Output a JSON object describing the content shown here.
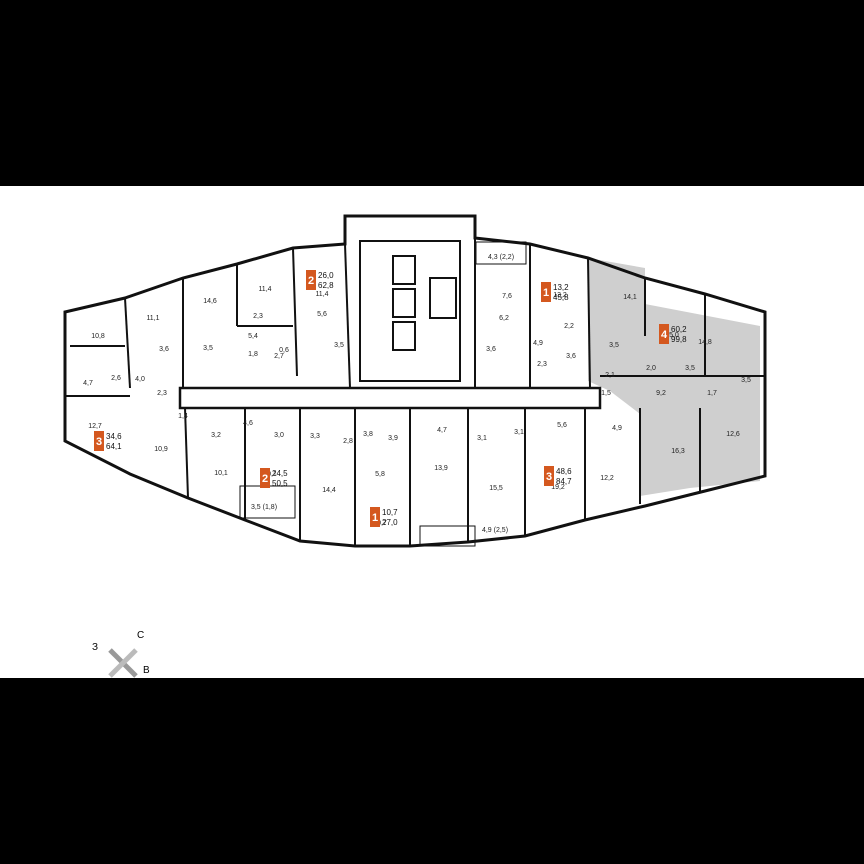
{
  "colors": {
    "accent": "#d4581f",
    "highlight": "#cfcfcf",
    "wall": "#111111",
    "background": "#ffffff"
  },
  "badges": [
    {
      "id": "b1",
      "rooms": "2",
      "living": "26,0",
      "total": "62,8"
    },
    {
      "id": "b2",
      "rooms": "1",
      "living": "13,2",
      "total": "45,8"
    },
    {
      "id": "b3",
      "rooms": "4",
      "living": "60,2",
      "total": "99,8"
    },
    {
      "id": "b4",
      "rooms": "3",
      "living": "34,6",
      "total": "64,1"
    },
    {
      "id": "b5",
      "rooms": "2",
      "living": "24,5",
      "total": "50,5"
    },
    {
      "id": "b6",
      "rooms": "1",
      "living": "10,7",
      "total": "27,0"
    },
    {
      "id": "b7",
      "rooms": "3",
      "living": "48,6",
      "total": "84,7"
    }
  ],
  "rooms": [
    "10,8",
    "11,1",
    "14,6",
    "11,4",
    "2,3",
    "5,4",
    "11,4",
    "5,6",
    "3,5",
    "1,8",
    "2,7",
    "0,6",
    "3,6",
    "3,5",
    "4,7",
    "2,6",
    "4,0",
    "2,3",
    "1,4",
    "12,7",
    "10,9",
    "3,2",
    "10,1",
    "4,6",
    "3,0",
    "3,3",
    "10,1",
    "3,5 (1,8)",
    "14,4",
    "2,8",
    "3,8",
    "3,9",
    "5,8",
    "10,7",
    "4,3 (2,2)",
    "7,6",
    "13,2",
    "6,2",
    "2,2",
    "3,6",
    "4,9",
    "2,3",
    "3,6",
    "4,7",
    "13,9",
    "3,1",
    "3,1",
    "15,5",
    "5,6",
    "4,9 (2,5)",
    "19,2",
    "4,9",
    "12,2",
    "14,1",
    "15,0",
    "3,5",
    "2,1",
    "1,5",
    "9,2",
    "2,0",
    "3,5",
    "14,8",
    "1,7",
    "3,5",
    "16,3",
    "12,6"
  ],
  "compass": {
    "west": "З",
    "north": "С",
    "east": "В"
  }
}
